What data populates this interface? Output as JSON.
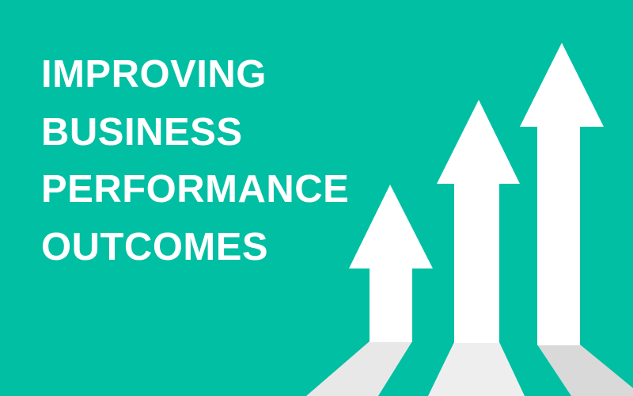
{
  "headline": {
    "lines": [
      "IMPROVING",
      "BUSINESS",
      "PERFORMANCE",
      "OUTCOMES"
    ]
  },
  "colors": {
    "background": "#00BFA3",
    "text": "#FFFFFF",
    "arrow": "#FFFFFF",
    "base_left": "#E8E8E8",
    "base_middle": "#EEEEEE",
    "base_right": "#D9D9D9"
  },
  "graphic": {
    "icon": "three-rising-arrows-icon",
    "arrow_count": 3
  }
}
